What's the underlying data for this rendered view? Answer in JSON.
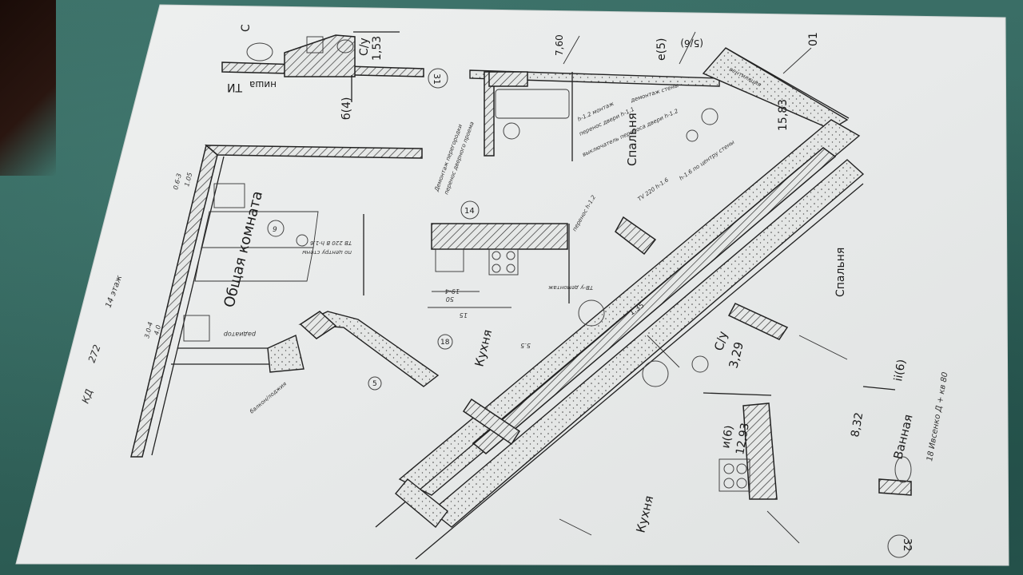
{
  "scene": {
    "type": "photo-of-printed-floor-plan",
    "background_color": "#2f5f57",
    "paper_color": "#e9ebea",
    "ink_color": "#1c1c1c"
  },
  "rooms": [
    {
      "name": "Общая комната",
      "key": "living_room"
    },
    {
      "name": "Кухня",
      "key": "kitchen_center"
    },
    {
      "name": "Спальня",
      "key": "bedroom_top"
    },
    {
      "name": "Спальня",
      "key": "bedroom_right"
    },
    {
      "name": "С/у",
      "area": "3,29",
      "key": "wc_right"
    },
    {
      "name": "С/у",
      "area": "1,53",
      "key": "wc_top"
    },
    {
      "name": "Кухня",
      "key": "kitchen_bottom"
    },
    {
      "name": "Ванная",
      "key": "bathroom"
    }
  ],
  "labels": {
    "living_room": "Общая комната",
    "kitchen_center": "Кухня",
    "bedroom_top": "Спальня",
    "bedroom_right": "Спальня",
    "wc_right_name": "С/у",
    "wc_right_area": "3,29",
    "wc_top_name": "С/у",
    "wc_top_area": "1,53",
    "kitchen_bottom": "Кухня",
    "bathroom": "Ванная",
    "niche": "ниша",
    "shaft_mark": "ТИ",
    "axis_b4": "б(4)",
    "axis_e5": "е(5)",
    "axis_i6": "и(6)",
    "axis_ii6": "ii(6)",
    "axis_top_right": "01",
    "area_top_center": "7,60",
    "area_bedroom_top": "15,83",
    "area_kitchen_right": "12,93",
    "area_bathroom": "8,32",
    "axis_top_fragment": "(5/6)",
    "circle_31": "31",
    "circle_32": "32",
    "circle_14": "14",
    "circle_18": "18",
    "circle_9": "9",
    "circle_5": "5",
    "letter_c": "С",
    "handwritten_floor": "14 этаж",
    "handwritten_left_code": "КД",
    "handwritten_left_num": "272",
    "handwritten_right": "18 Ивсенко Д + кв 80",
    "dim_1": "1.05",
    "dim_2": "0.6-3",
    "dim_3": "4.0",
    "dim_4": "3.0-4",
    "dim_5": "19-4",
    "dim_6": "50",
    "dim_7": "15",
    "dim_8": "5.5",
    "note_living": "ТВ 220 В h-1.6",
    "note_living_2": "по центру стены",
    "note_radiator": "радиатор",
    "note_balcony": "балкон/лоджия",
    "note_kitchen_1": "Демонтаж перегородки",
    "note_kitchen_2": "перенос дверного проема",
    "note_bath_1": "h-1.2 монтаж",
    "note_bath_2": "перенос двери h-1.1",
    "note_bath_3": "выключатель переноса двери h-1.2",
    "note_bedroom_1": "h-1.6 по центру стены",
    "note_bedroom_2": "TV 220 h-1.6",
    "note_bedroom_3": "демонтаж стены",
    "note_wc_1": "перенос h-1.2",
    "note_wc_2": "ТВ-у демонтаж",
    "note_ventilation": "вентиляция",
    "note_135": "1.35"
  }
}
